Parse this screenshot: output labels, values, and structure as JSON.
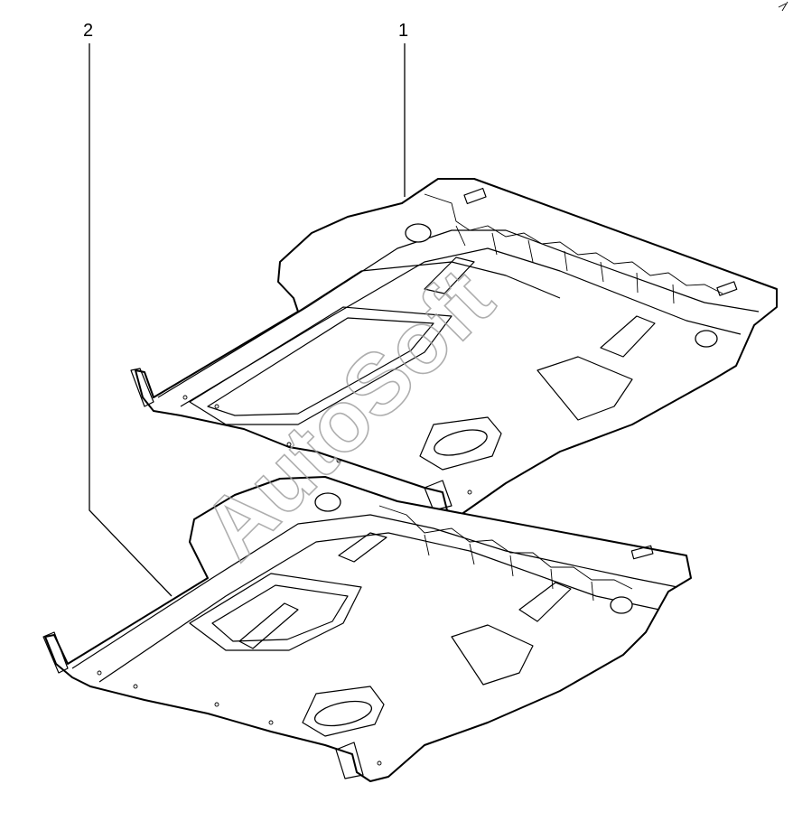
{
  "callouts": [
    {
      "id": "1",
      "label": "1"
    },
    {
      "id": "2",
      "label": "2"
    }
  ],
  "watermark": {
    "text": "AutoSoft"
  },
  "colors": {
    "line": "#000000",
    "background": "#ffffff",
    "watermark": "#9a9a9a"
  }
}
